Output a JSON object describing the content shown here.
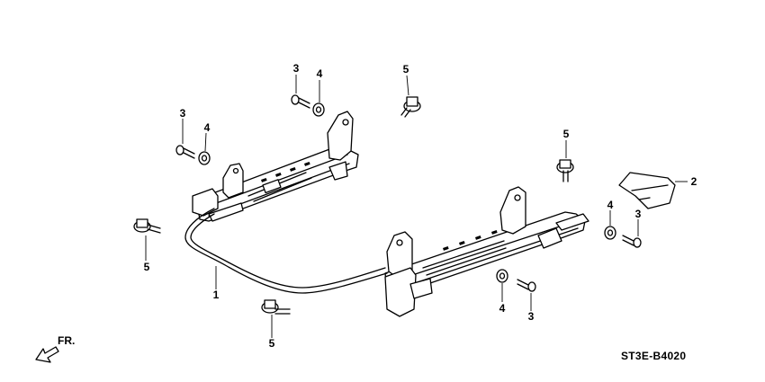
{
  "callouts": [
    {
      "id": "c3a",
      "text": "3"
    },
    {
      "id": "c4a",
      "text": "4"
    },
    {
      "id": "c5a",
      "text": "5"
    },
    {
      "id": "c3b",
      "text": "3"
    },
    {
      "id": "c4b",
      "text": "4"
    },
    {
      "id": "c5b",
      "text": "5"
    },
    {
      "id": "c2",
      "text": "2"
    },
    {
      "id": "c4c",
      "text": "4"
    },
    {
      "id": "c3c",
      "text": "3"
    },
    {
      "id": "c5c",
      "text": "5"
    },
    {
      "id": "c1",
      "text": "1"
    },
    {
      "id": "c4d",
      "text": "4"
    },
    {
      "id": "c3d",
      "text": "3"
    },
    {
      "id": "c5d",
      "text": "5"
    }
  ],
  "direction_label": "FR.",
  "diagram_code": "ST3E-B4020"
}
